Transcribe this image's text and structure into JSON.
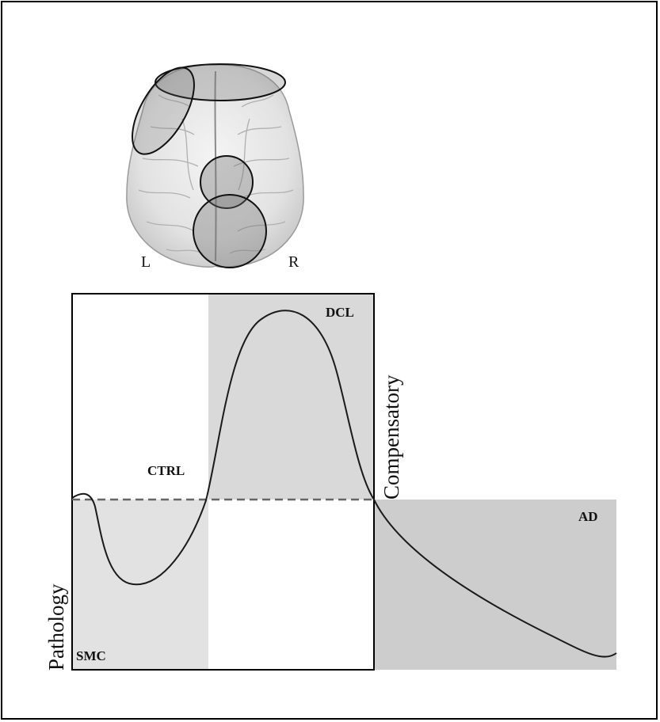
{
  "figure": {
    "brain": {
      "left_label": "L",
      "right_label": "R",
      "regions": [
        "frontal-region",
        "left-prefrontal-region",
        "posterior-cingulate-region",
        "precuneus-region"
      ]
    },
    "plot": {
      "vertical_label": "Compensatory",
      "lower_left_label": "Pathology",
      "zones": {
        "smc": "SMC",
        "ctrl": "CTRL",
        "dcl": "DCL",
        "ad": "AD"
      }
    },
    "colors": {
      "shade_light": "#e0e0e0",
      "shade_medium": "#d4d4d4",
      "shade_dark": "#c8c8c8",
      "baseline": "#666666",
      "curve": "#222222"
    }
  }
}
